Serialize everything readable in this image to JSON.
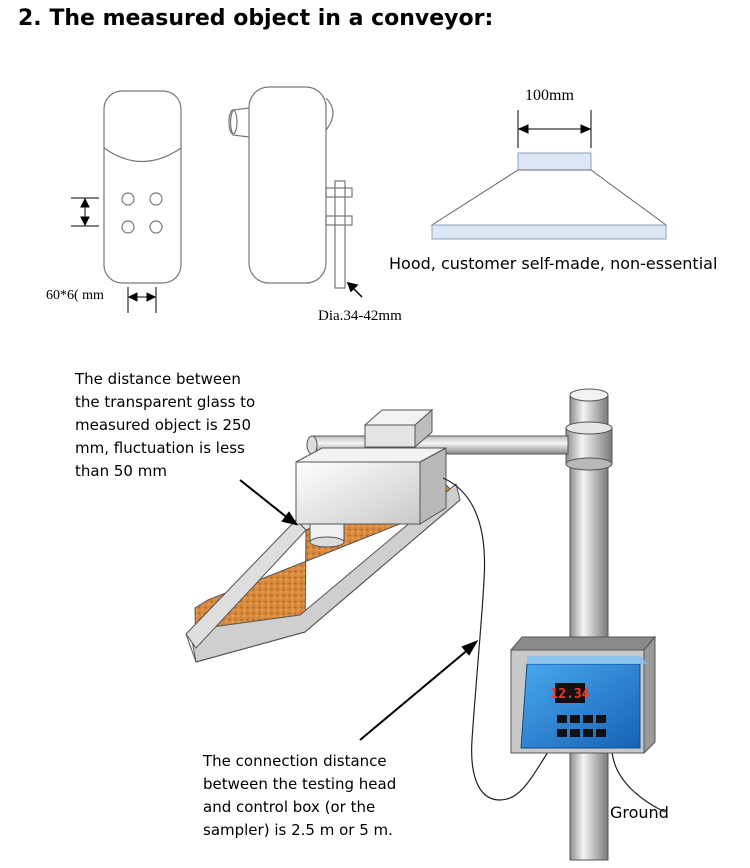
{
  "title": "2. The measured object in a conveyor:",
  "top_diagram": {
    "left_dimension": "60*6( mm",
    "diameter_label": "Dia.34-42mm",
    "hood_width": "100mm",
    "hood_caption": "Hood, customer self-made, non-essential"
  },
  "install_diagram": {
    "distance_note": "The distance between the transparent glass to measured object is 250 mm, fluctuation is less than 50 mm",
    "connection_note": "The connection distance between the testing head and control box (or the sampler) is 2.5 m or 5 m.",
    "ground_label": "Ground",
    "display_reading": "12.34"
  },
  "colors": {
    "material": "#d98a3c",
    "display": "#1f86d6",
    "hood": "#dde8f6"
  }
}
